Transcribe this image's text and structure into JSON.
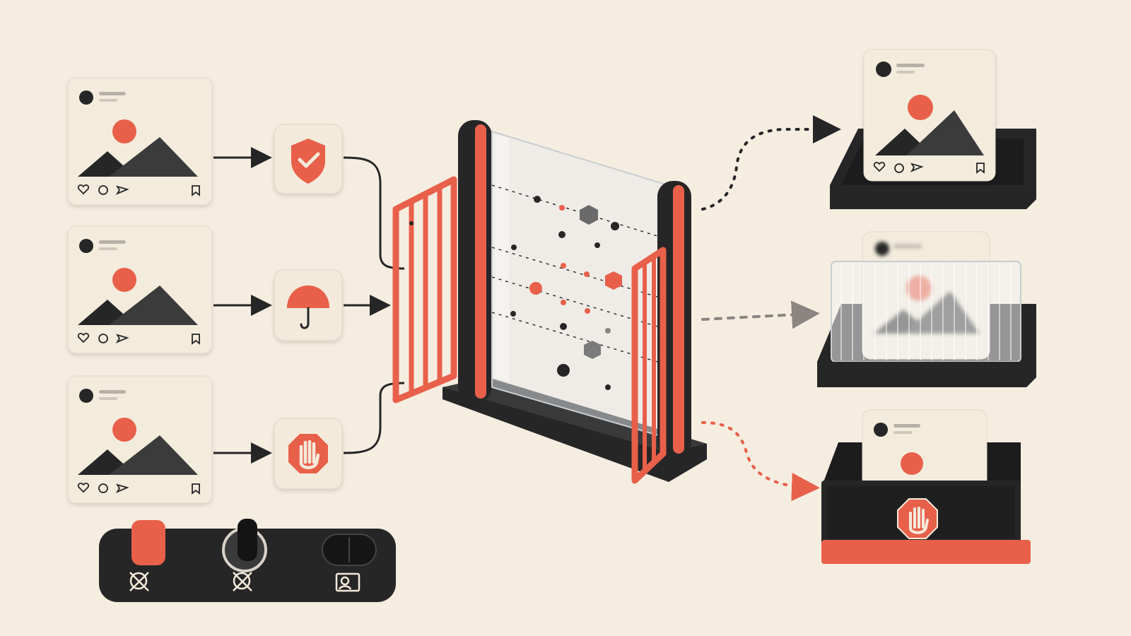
{
  "colors": {
    "background": "#f6ede1",
    "accent": "#e8604a",
    "dark": "#262626",
    "card": "#f3ecdd",
    "tile": "#f4eadb",
    "muted": "#9a9288"
  },
  "input_posts": [
    {
      "icon": "image-icon",
      "actions": [
        "heart-icon",
        "comment-icon",
        "share-icon",
        "bookmark-icon"
      ]
    },
    {
      "icon": "image-icon",
      "actions": [
        "heart-icon",
        "comment-icon",
        "share-icon",
        "bookmark-icon"
      ]
    },
    {
      "icon": "image-icon",
      "actions": [
        "heart-icon",
        "comment-icon",
        "share-icon",
        "bookmark-icon"
      ]
    }
  ],
  "policy_tiles": [
    {
      "icon": "shield-check-icon"
    },
    {
      "icon": "umbrella-icon"
    },
    {
      "icon": "stop-hand-icon"
    }
  ],
  "filter_gate": {
    "icon": "moderation-filter-gate"
  },
  "outputs": [
    {
      "state": "approved",
      "icon": "approved-post-tray",
      "arrow_style": "dotted-dark"
    },
    {
      "state": "blurred",
      "icon": "blurred-post-tray",
      "arrow_style": "dashed-gray"
    },
    {
      "state": "blocked",
      "icon": "blocked-post-tray",
      "badge": "stop-hand-icon",
      "arrow_style": "dotted-orange"
    }
  ],
  "control_panel": {
    "switches": [
      {
        "icon": "no-violence-icon",
        "state": "on"
      },
      {
        "icon": "no-violence-icon",
        "state": "neutral"
      },
      {
        "icon": "person-id-icon",
        "state": "off"
      }
    ]
  }
}
